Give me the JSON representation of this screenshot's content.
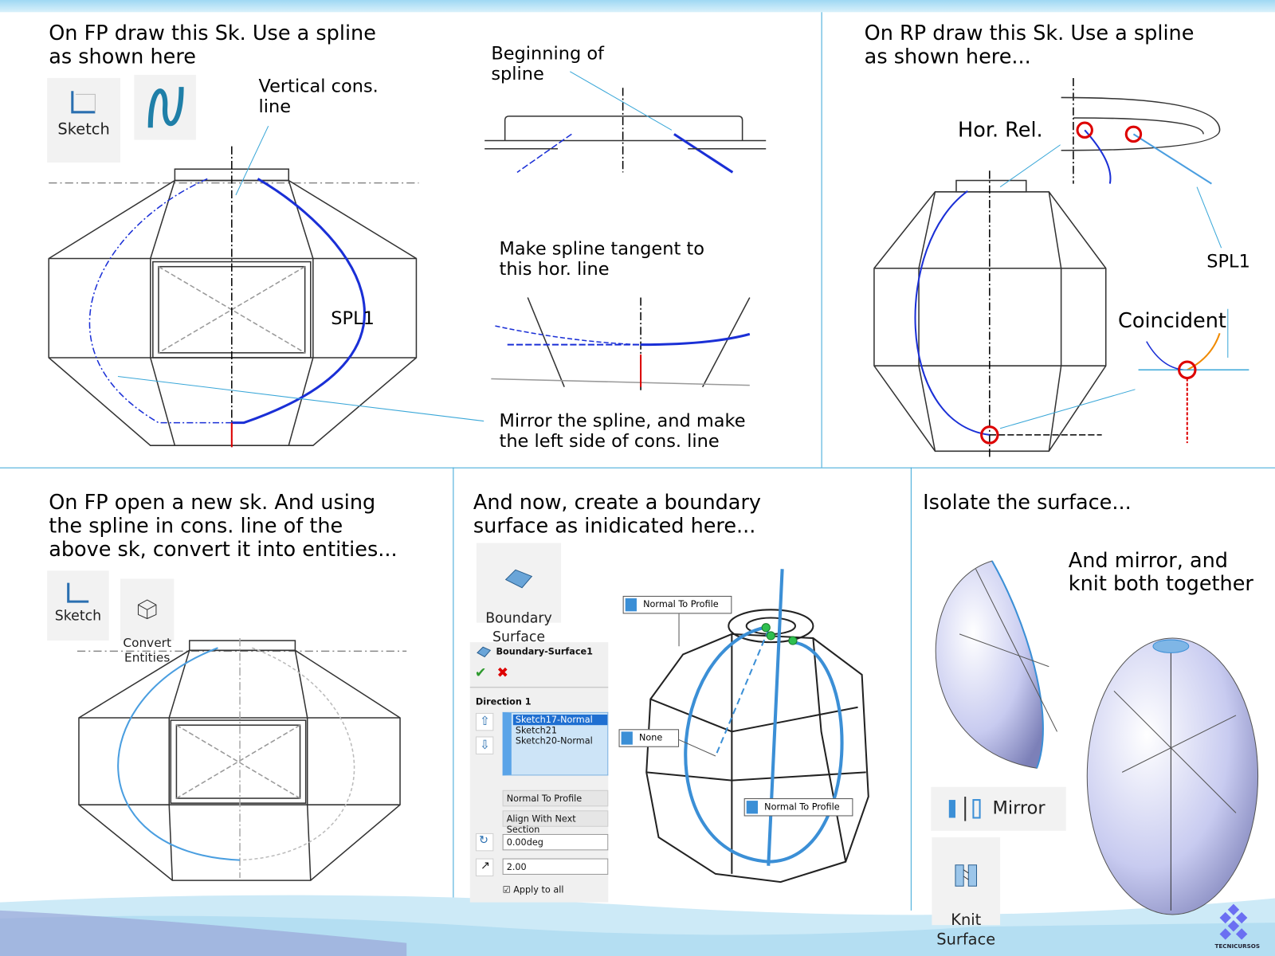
{
  "panels": {
    "p1": {
      "title": "On FP draw this Sk. Use a spline\nas shown here",
      "sketch_label": "Sketch",
      "vertical_label": "Vertical cons.\nline",
      "spl_label": "SPL1",
      "beginning_label": "Beginning of\nspline",
      "tangent_label": "Make spline tangent to\nthis hor. line",
      "mirror_label": "Mirror the spline, and make\nthe left side of cons. line"
    },
    "p2": {
      "title": "On RP draw this Sk. Use a spline\nas shown here...",
      "hor_label": "Hor. Rel.",
      "spl_label": "SPL1",
      "coincident_label": "Coincident"
    },
    "p3": {
      "title": "On FP open a new sk. And using\nthe spline in cons. line of the\nabove sk, convert it into entities...",
      "sketch_label": "Sketch",
      "convert_label": "Convert\nEntities"
    },
    "p4": {
      "title": "And now, create a boundary\nsurface as inidicated here...",
      "tool_label": "Boundary\nSurface",
      "property_manager": {
        "title": "Boundary-Surface1",
        "section": "Direction 1",
        "items": [
          "Sketch17-Normal",
          "Sketch21",
          "Sketch20-Normal"
        ],
        "tangency_1": "Normal To Profile",
        "tangency_2": "Align With Next Section",
        "angle": "0.00deg",
        "length": "2.00",
        "apply_all": "Apply to all"
      },
      "callouts": [
        "Normal To Profile",
        "None",
        "Normal To Profile"
      ]
    },
    "p5": {
      "title": "Isolate the surface...",
      "mirror_text": "And mirror, and\nknit both together",
      "mirror_label": "Mirror",
      "knit_label": "Knit\nSurface"
    }
  },
  "logo": {
    "text": "TECNICURSOS"
  },
  "colors": {
    "accent": "#3aa7d8",
    "spline": "#1a2fd6",
    "convert": "#4a9ee0"
  }
}
